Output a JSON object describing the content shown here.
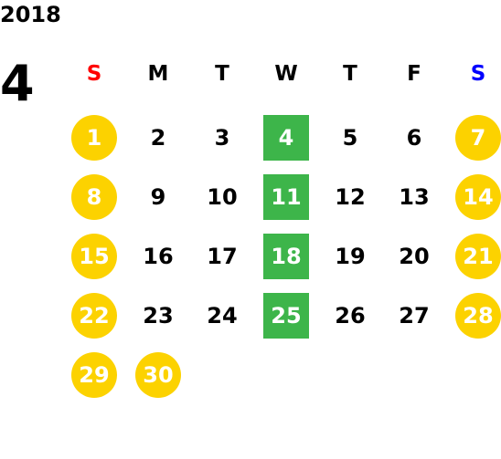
{
  "calendar": {
    "year": "2018",
    "month": "4",
    "weekdays": [
      {
        "label": "S",
        "color": "#ff0000"
      },
      {
        "label": "M",
        "color": "#000000"
      },
      {
        "label": "T",
        "color": "#000000"
      },
      {
        "label": "W",
        "color": "#000000"
      },
      {
        "label": "T",
        "color": "#000000"
      },
      {
        "label": "F",
        "color": "#000000"
      },
      {
        "label": "S",
        "color": "#0000ff"
      }
    ],
    "weeks": [
      [
        "1",
        "2",
        "3",
        "4",
        "5",
        "6",
        "7"
      ],
      [
        "8",
        "9",
        "10",
        "11",
        "12",
        "13",
        "14"
      ],
      [
        "15",
        "16",
        "17",
        "18",
        "19",
        "20",
        "21"
      ],
      [
        "22",
        "23",
        "24",
        "25",
        "26",
        "27",
        "28"
      ],
      [
        "29",
        "30",
        "",
        "",
        "",
        "",
        ""
      ]
    ],
    "weekend_days": [
      "1",
      "7",
      "8",
      "14",
      "15",
      "21",
      "22",
      "28",
      "29",
      "30"
    ],
    "highlighted_days": [
      "4",
      "11",
      "18",
      "25"
    ],
    "colors": {
      "weekend_circle": "#fcd200",
      "highlight_square": "#3db54a"
    }
  }
}
